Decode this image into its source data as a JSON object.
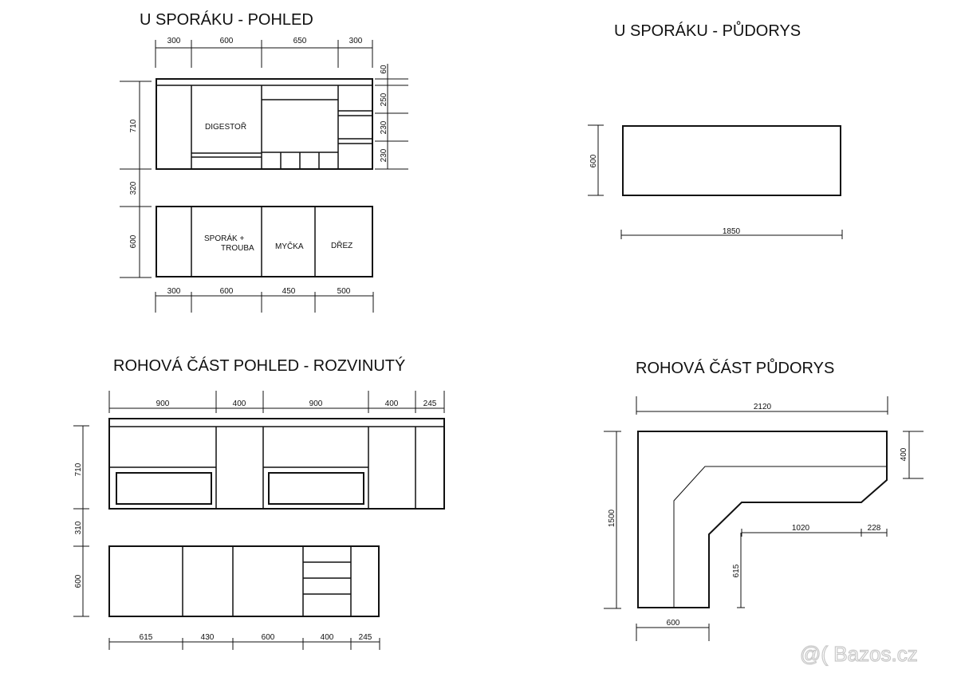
{
  "titles": {
    "stove_view": "U SPORÁKU - POHLED",
    "stove_plan": "U SPORÁKU - PŮDORYS",
    "corner_view": "ROHOVÁ ČÁST POHLED - ROZVINUTÝ",
    "corner_plan": "ROHOVÁ ČÁST PŮDORYS"
  },
  "stove_view": {
    "top_dims": [
      "300",
      "600",
      "650",
      "300"
    ],
    "right_dims": [
      "60",
      "250",
      "230",
      "230"
    ],
    "left_dims": [
      "710",
      "320",
      "600"
    ],
    "bottom_dims": [
      "300",
      "600",
      "450",
      "500"
    ],
    "labels": {
      "hood": "DIGESTOŘ",
      "stove_line1": "SPORÁK +",
      "stove_line2": "TROUBA",
      "dishwasher": "MYČKA",
      "sink": "DŘEZ"
    }
  },
  "stove_plan": {
    "depth": "600",
    "length": "1850"
  },
  "corner_view": {
    "top_dims": [
      "900",
      "400",
      "900",
      "400",
      "245"
    ],
    "left_dims": [
      "710",
      "310",
      "600"
    ],
    "bottom_dims": [
      "615",
      "430",
      "600",
      "400",
      "245"
    ]
  },
  "corner_plan": {
    "top": "2120",
    "right": "400",
    "left": "1500",
    "inner_a": "1020",
    "inner_b": "228",
    "inner_depth": "615",
    "bottom": "600"
  },
  "watermark": "@( Bazos.cz"
}
